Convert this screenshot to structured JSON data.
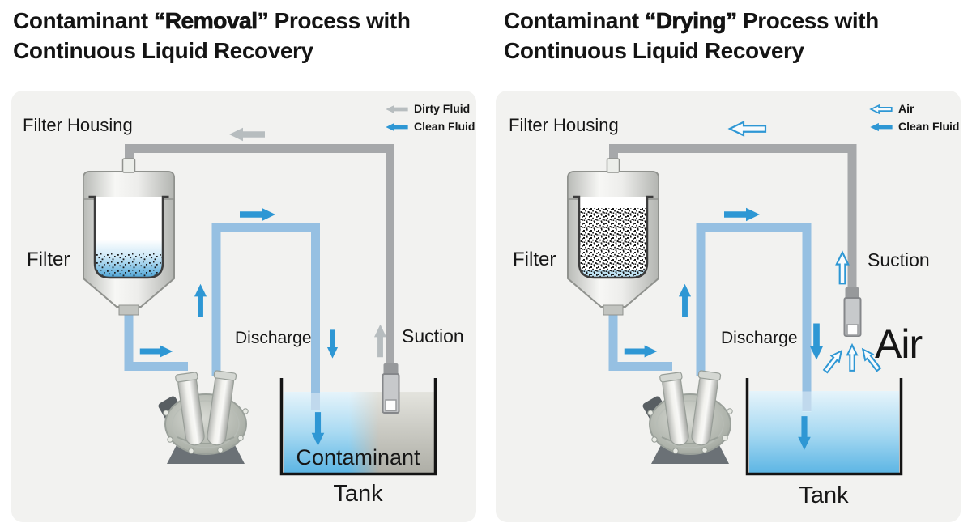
{
  "panels": [
    {
      "id": "removal",
      "title": {
        "prefix": "Contaminant ",
        "keyword": "“Removal”",
        "suffix": " Process with",
        "line2": "Continuous Liquid Recovery"
      },
      "legend": [
        {
          "label": "Dirty Fluid",
          "arrow": "solid-gray-left"
        },
        {
          "label": "Clean Fluid",
          "arrow": "solid-blue-left"
        }
      ],
      "labels": {
        "filter_housing": "Filter Housing",
        "filter": "Filter",
        "discharge": "Discharge",
        "suction": "Suction",
        "contaminant": "Contaminant",
        "tank": "Tank"
      }
    },
    {
      "id": "drying",
      "title": {
        "prefix": "Contaminant ",
        "keyword": "“Drying”",
        "suffix": " Process with",
        "line2": "Continuous Liquid Recovery"
      },
      "legend": [
        {
          "label": "Air",
          "arrow": "hollow-blue-left"
        },
        {
          "label": "Clean Fluid",
          "arrow": "solid-blue-left"
        }
      ],
      "labels": {
        "filter_housing": "Filter Housing",
        "filter": "Filter",
        "discharge": "Discharge",
        "suction": "Suction",
        "air": "Air",
        "tank": "Tank"
      }
    }
  ],
  "colors": {
    "panel_background": "#f2f2f0",
    "page_background": "#ffffff",
    "text": "#141414",
    "arrow_blue": "#2e97d4",
    "arrow_gray": "#b7bdbf",
    "pipe_blue": "#96c0e2",
    "pipe_gray": "#a6a8aa",
    "liquid_blue_top": "#ddf0fa",
    "liquid_blue_bottom": "#5cb5e4",
    "liquid_gray_top": "#e4e4de",
    "liquid_gray_bottom": "#b2b2aa",
    "tank_outline": "#141414",
    "contaminant_speckle": "#161616"
  }
}
